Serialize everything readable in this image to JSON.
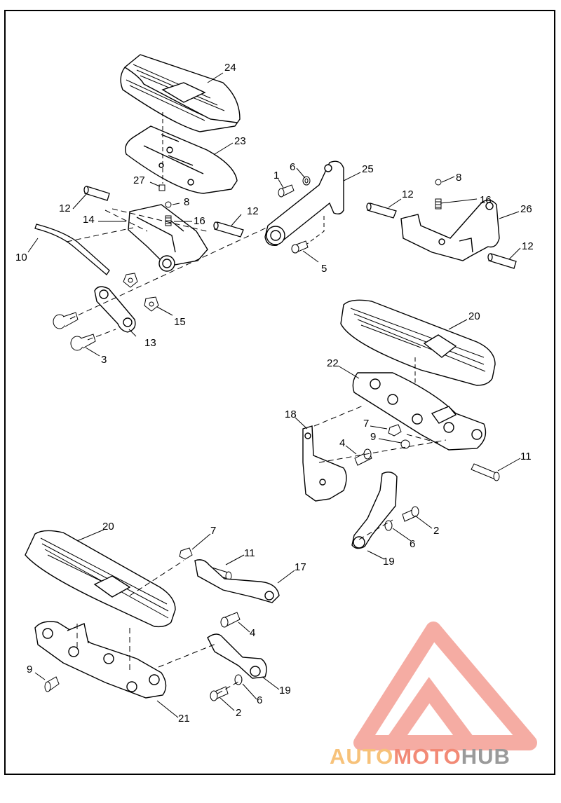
{
  "diagram": {
    "callouts": {
      "c24": "24",
      "c23": "23",
      "c27": "27",
      "c12a": "12",
      "c14": "14",
      "c8a": "8",
      "c16a": "16",
      "c12b": "12",
      "c10": "10",
      "c13": "13",
      "c15": "15",
      "c3": "3",
      "c1": "1",
      "c6a": "6",
      "c25": "25",
      "c5": "5",
      "c8b": "8",
      "c12c": "12",
      "c16b": "16",
      "c26": "26",
      "c12d": "12",
      "c20a": "20",
      "c22": "22",
      "c18": "18",
      "c7a": "7",
      "c9a": "9",
      "c4a": "4",
      "c11a": "11",
      "c2a": "2",
      "c6b": "6",
      "c19a": "19",
      "c20b": "20",
      "c7b": "7",
      "c11b": "11",
      "c17": "17",
      "c4b": "4",
      "c9b": "9",
      "c19b": "19",
      "c6c": "6",
      "c2b": "2",
      "c21": "21"
    }
  },
  "watermark": {
    "part1": "AUTO",
    "part2": "MOTO",
    "part3": "HUB",
    "colors": {
      "auto": "#f7c27a",
      "moto": "#f28a76",
      "hub": "#9a9a9a",
      "triangle": "#f4a49a"
    }
  }
}
